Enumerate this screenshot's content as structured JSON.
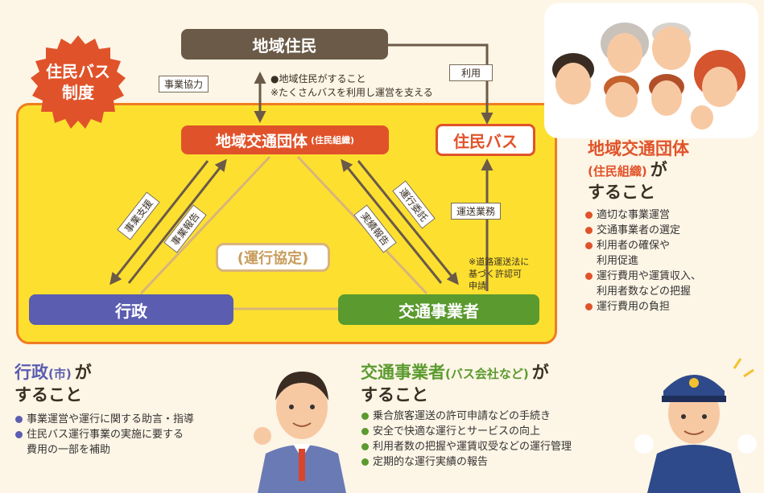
{
  "badge": {
    "line1": "住民バス",
    "line2": "制度"
  },
  "nodes": {
    "residents": "地域住民",
    "org_main": "地域交通団体",
    "org_sub": "(住民組織)",
    "bus": "住民バス",
    "gov": "行政",
    "operator": "交通事業者",
    "agreement": "(運行協定)"
  },
  "labels": {
    "business_cooperation": "事業協力",
    "usage": "利用",
    "transport_service": "運送業務",
    "business_support": "事業支援",
    "business_report": "事業報告",
    "operation_commission": "運行委託",
    "performance_report": "実績報告"
  },
  "notes": {
    "residents_do": "●地域住民がすること",
    "residents_detail": "※たくさんバスを利用し運営を支える",
    "permit_line1": "※道路運送法に",
    "permit_line2": "基づく許認可",
    "permit_line3": "申請"
  },
  "org_section": {
    "title_main": "地域交通団体",
    "title_sub": "(住民組織)",
    "title_ga": "が",
    "title_line2": "すること",
    "items": [
      "適切な事業運営",
      "交通事業者の選定",
      "利用者の確保や",
      "利用促進",
      "運行費用や運賃収入、",
      "利用者数などの把握",
      "運行費用の負担"
    ]
  },
  "gov_section": {
    "title_main": "行政",
    "title_sub": "(市)",
    "title_ga": "が",
    "title_line2": "すること",
    "items": [
      "事業運営や運行に関する助言・指導",
      "住民バス運行事業の実施に要する",
      "費用の一部を補助"
    ]
  },
  "op_section": {
    "title_main": "交通事業者",
    "title_sub": "(バス会社など)",
    "title_ga": "が",
    "title_line2": "すること",
    "items": [
      "乗合旅客運送の許可申請などの手続き",
      "安全で快適な運行とサービスの向上",
      "利用者数の把握や運賃収受などの運行管理",
      "定期的な運行実績の報告"
    ]
  },
  "colors": {
    "org_red": "#e0532a",
    "gov_blue": "#5a5db0",
    "op_green": "#5a9a2e",
    "residents_brown": "#6b5a48",
    "panel_yellow": "#fde02f",
    "agreement_tan": "#d9b47a"
  }
}
